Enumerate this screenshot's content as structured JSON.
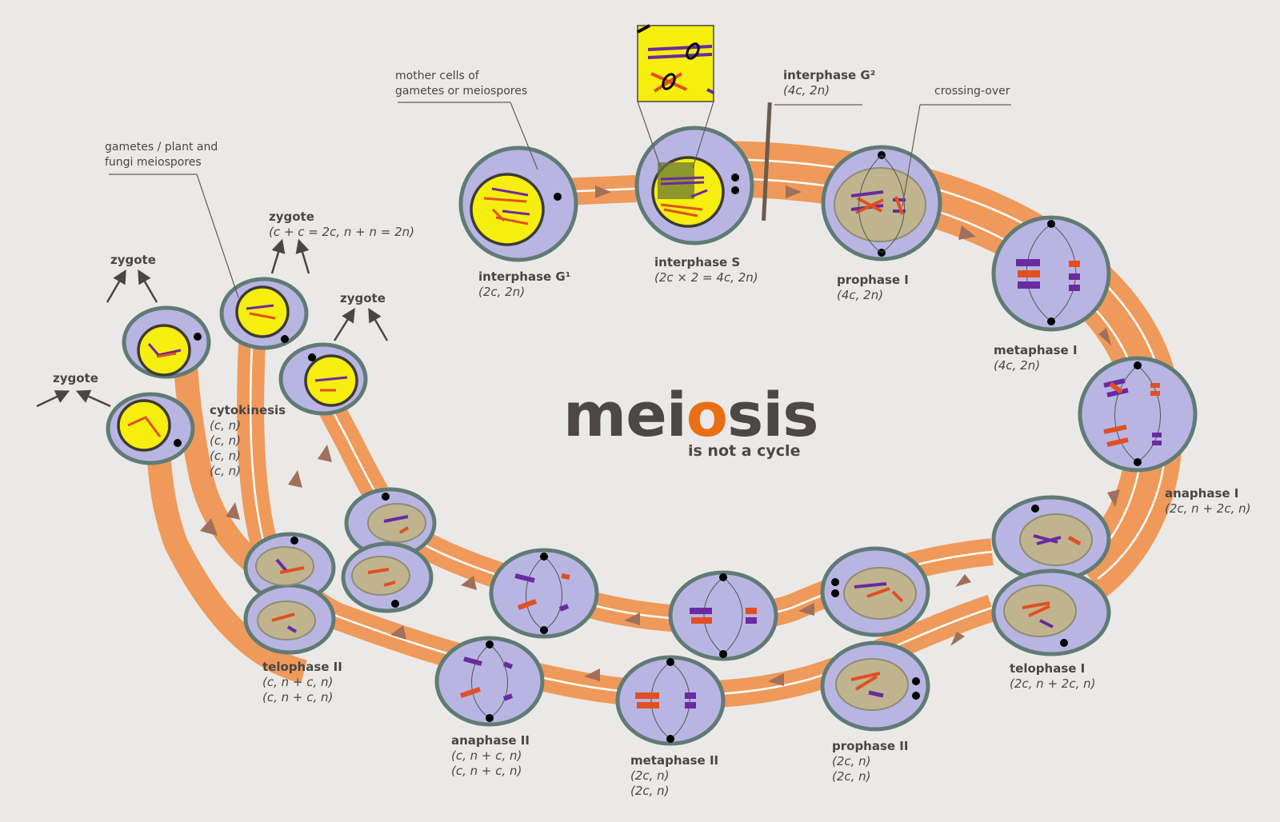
{
  "diagram": {
    "title": {
      "pre": "mei",
      "o": "o",
      "post": "sis"
    },
    "tagline": "is not a cycle",
    "stages": {
      "interphase_g1": {
        "name": "interphase G¹",
        "values": [
          "(2c, 2n)"
        ]
      },
      "interphase_s": {
        "name": "interphase S",
        "values": [
          "(2c × 2 = 4c, 2n)"
        ]
      },
      "interphase_g2": {
        "name": "interphase G²",
        "values": [
          "(4c, 2n)"
        ]
      },
      "prophase_1": {
        "name": "prophase I",
        "values": [
          "(4c, 2n)"
        ]
      },
      "metaphase_1": {
        "name": "metaphase I",
        "values": [
          "(4c, 2n)"
        ]
      },
      "anaphase_1": {
        "name": "anaphase I",
        "values": [
          "(2c, n + 2c, n)"
        ]
      },
      "telophase_1": {
        "name": "telophase I",
        "values": [
          "(2c, n + 2c, n)"
        ]
      },
      "prophase_2": {
        "name": "prophase II",
        "values": [
          "(2c, n)",
          "(2c, n)"
        ]
      },
      "metaphase_2": {
        "name": "metaphase II",
        "values": [
          "(2c, n)",
          "(2c, n)"
        ]
      },
      "anaphase_2": {
        "name": "anaphase II",
        "values": [
          "(c, n + c, n)",
          "(c, n + c, n)"
        ]
      },
      "telophase_2": {
        "name": "telophase II",
        "values": [
          "(c, n + c, n)",
          "(c, n + c, n)"
        ]
      },
      "cytokinesis": {
        "name": "cytokinesis",
        "values": [
          "(c, n)",
          "(c, n)",
          "(c, n)",
          "(c, n)"
        ]
      }
    },
    "annotations": {
      "mother_cells": [
        "mother cells of",
        "gametes or meiospores"
      ],
      "gametes": [
        "gametes / plant and",
        "fungi meiospores"
      ],
      "crossing_over": "crossing-over"
    },
    "zygote": {
      "label": "zygote",
      "formula": "(c + c = 2c, n + n = 2n)"
    }
  }
}
